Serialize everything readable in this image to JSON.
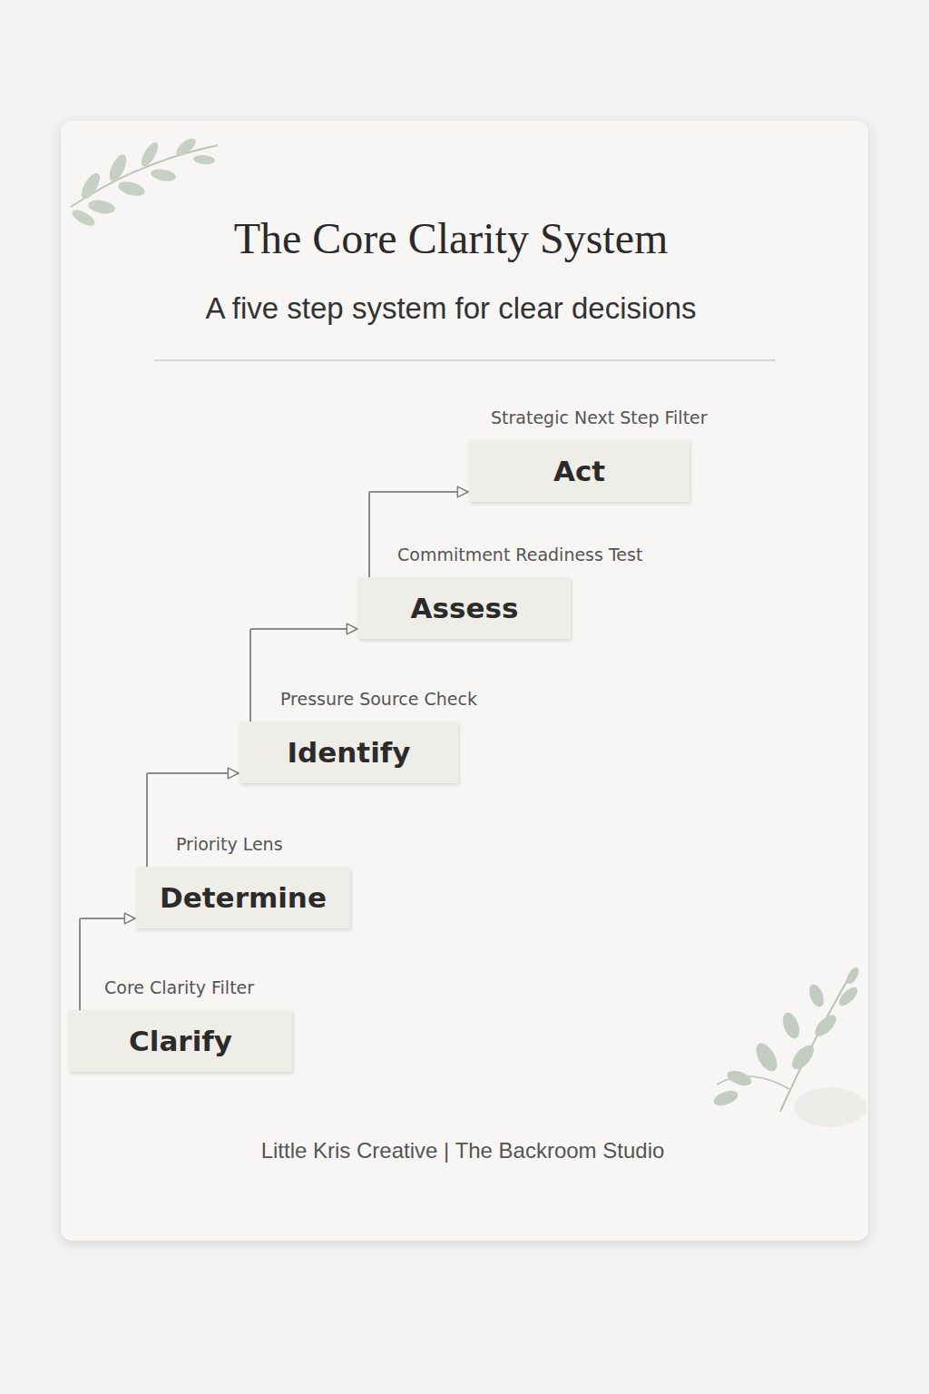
{
  "diagram": {
    "title": "The Core Clarity System",
    "nodes": [
      {
        "text": [
          "Core Clarity Filter",
          "Clarify"
        ]
      },
      {
        "text": [
          "Priority Lens",
          "Determine"
        ]
      },
      {
        "text": [
          "Pressure Source Check",
          "Identify"
        ]
      },
      {
        "text": [
          "Commitment Readiness Test",
          "Assess"
        ]
      },
      {
        "text": [
          "Strategic Next Step Filter",
          "Act"
        ]
      }
    ],
    "edges": [
      {
        "from": 0,
        "to": 1,
        "arrow": "to"
      },
      {
        "from": 1,
        "to": 2,
        "arrow": "to"
      },
      {
        "from": 2,
        "to": 3,
        "arrow": "to"
      },
      {
        "from": 3,
        "to": 4,
        "arrow": "to"
      }
    ],
    "labels": [
      "A five step system for clear decisions",
      "Little Kris Creative | The Backroom Studio"
    ]
  }
}
